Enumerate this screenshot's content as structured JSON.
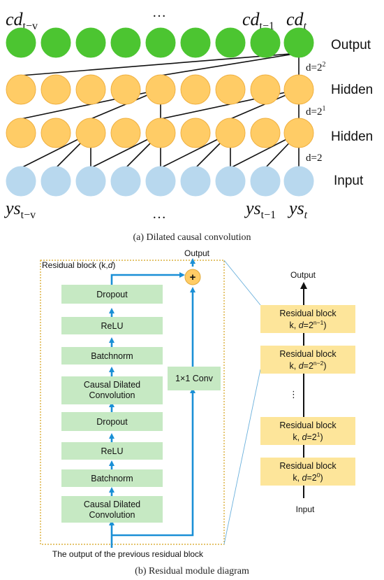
{
  "panel_a": {
    "top_labels": {
      "left_base": "cd",
      "left_sub": "t−v",
      "dots": "…",
      "mid_base": "cd",
      "mid_sub": "t−1",
      "right_base": "cd",
      "right_sub": "t"
    },
    "bottom_labels": {
      "left_base": "ys",
      "left_sub": "t−v",
      "dots": "…",
      "mid_base": "ys",
      "mid_sub": "t−1",
      "right_base": "ys",
      "right_sub": "t"
    },
    "rows": [
      "Output",
      "Hidden",
      "Hidden",
      "Input"
    ],
    "dilation_labels": [
      {
        "base": "d=2",
        "sup": "2"
      },
      {
        "base": "d=2",
        "sup": "1"
      },
      {
        "base": "d=2",
        "sup": ""
      }
    ],
    "caption": "(a) Dilated causal convolution",
    "colors": {
      "output": "#4cc531",
      "hidden": "#ffcc66",
      "hidden_stroke": "#f0b040",
      "input": "#b8d8ee"
    }
  },
  "panel_b": {
    "block_title": "Residual block (k,",
    "block_title_d": "d",
    "block_title_end": ")",
    "output_label": "Output",
    "plus_symbol": "+",
    "conv_label": "1×1 Conv",
    "layers": [
      "Dropout",
      "ReLU",
      "Batchnorm",
      "Causal Dilated|Convolution",
      "Dropout",
      "ReLU",
      "Batchnorm",
      "Causal Dilated|Convolution"
    ],
    "bottom_label": "The output of the previous residual block",
    "caption": "(b) Residual module diagram",
    "stack": {
      "output_label": "Output",
      "input_label": "Input",
      "dots": "⋮",
      "blocks": [
        {
          "title": "Residual block",
          "k": "k, ",
          "d": "d",
          "eq": "=2",
          "sup": "n−1",
          "end": ")"
        },
        {
          "title": "Residual block",
          "k": "k, ",
          "d": "d",
          "eq": "=2",
          "sup": "n−2",
          "end": ")"
        },
        {
          "title": "Residual block",
          "k": "k, ",
          "d": "d",
          "eq": "=2",
          "sup": "1",
          "end": ")"
        },
        {
          "title": "Residual block",
          "k": "k, ",
          "d": "d",
          "eq": "=2",
          "sup": "0",
          "end": ")"
        }
      ]
    },
    "colors": {
      "layer_fill": "#c6e9c3",
      "arrow": "#1a8fd6",
      "block_fill": "#fde59a",
      "border": "#d4a017"
    }
  }
}
